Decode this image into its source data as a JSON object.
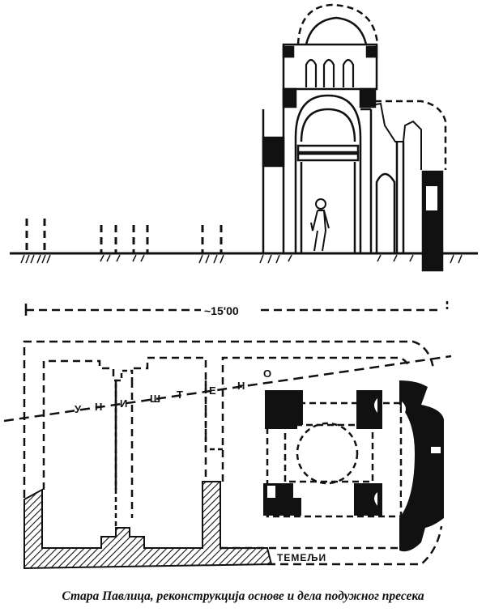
{
  "drawing": {
    "scale_label": "~15'00",
    "destroyed_label_letters": [
      "У",
      "Н",
      "И",
      "Ш",
      "Т",
      "Е",
      "Н",
      "О"
    ],
    "foundations_label": "ТЕМЕЉИ"
  },
  "caption": "Стара Павлица, реконструкција основе и дела подужног пресека"
}
